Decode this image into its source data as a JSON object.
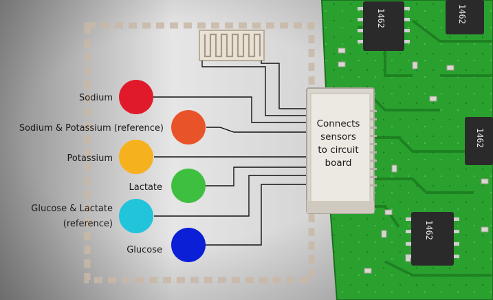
{
  "sensors": [
    {
      "id": "sodium",
      "label": "Sodium",
      "color": "#e01a2b"
    },
    {
      "id": "sodium-potassium-ref",
      "label": "Sodium & Potassium (reference)",
      "color": "#e8532a"
    },
    {
      "id": "potassium",
      "label": "Potassium",
      "color": "#f6b21e"
    },
    {
      "id": "lactate",
      "label": "Lactate",
      "color": "#3fbf3f"
    },
    {
      "id": "glucose-lactate-ref",
      "label_lines": [
        "Glucose & Lactate",
        "(reference)"
      ],
      "color": "#22c4dc"
    },
    {
      "id": "glucose",
      "label": "Glucose",
      "color": "#0b1fd6"
    }
  ],
  "connector": {
    "lines": [
      "Connects",
      "sensors",
      "to circuit",
      "board"
    ]
  },
  "chips": [
    "1462",
    "1462",
    "1462",
    "1462"
  ],
  "colors": {
    "board": "#2aa12e",
    "trace": "#0f5a16",
    "wire": "#111111",
    "dash": "#c8b9a8"
  }
}
